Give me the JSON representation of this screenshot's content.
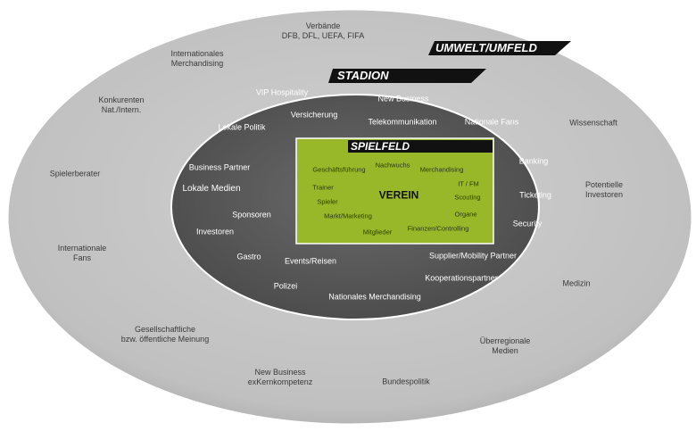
{
  "titles": {
    "umwelt": "UMWELT/UMFELD",
    "stadion": "STADION",
    "spielfeld": "SPIELFELD",
    "verein": "VEREIN"
  },
  "outer_labels": [
    "Verbände\nDFB, DFL, UEFA, FIFA",
    "Internationales\nMerchandising",
    "Konkurenten\nNat./Intern.",
    "Spielerberater",
    "Internationale\nFans",
    "Gesellschaftliche\nbzw. öffentliche Meinung",
    "New Business\nexKernkompetenz",
    "Bundespolitik",
    "Überregionale\nMedien",
    "Medizin",
    "Potentielle\nInvestoren",
    "Wissenschaft"
  ],
  "stadion_labels": [
    "VIP Hospitality",
    "New Business",
    "Versicherung",
    "Telekommunikation",
    "Nationale Fans",
    "Lokale Politik",
    "Business Partner",
    "Lokale Medien",
    "Sponsoren",
    "Investoren",
    "Gastro",
    "Events/Reisen",
    "Polizei",
    "Nationales Merchandising",
    "Kooperationspartner",
    "Supplier/Mobility Partner",
    "Security",
    "Ticketing",
    "Banking"
  ],
  "spielfeld_labels": [
    "Geschäftsführung",
    "Nachwuchs",
    "Merchandising",
    "IT / FM",
    "Trainer",
    "Scouting",
    "Spieler",
    "Organe",
    "Markt/Marketing",
    "Mitglieder",
    "Finanzen/Controlling"
  ],
  "colors": {
    "outer_ring": "#c2c2c2",
    "stadion": "#5e5e5e",
    "spielfeld": "#98b829",
    "title_bar": "#111111"
  }
}
